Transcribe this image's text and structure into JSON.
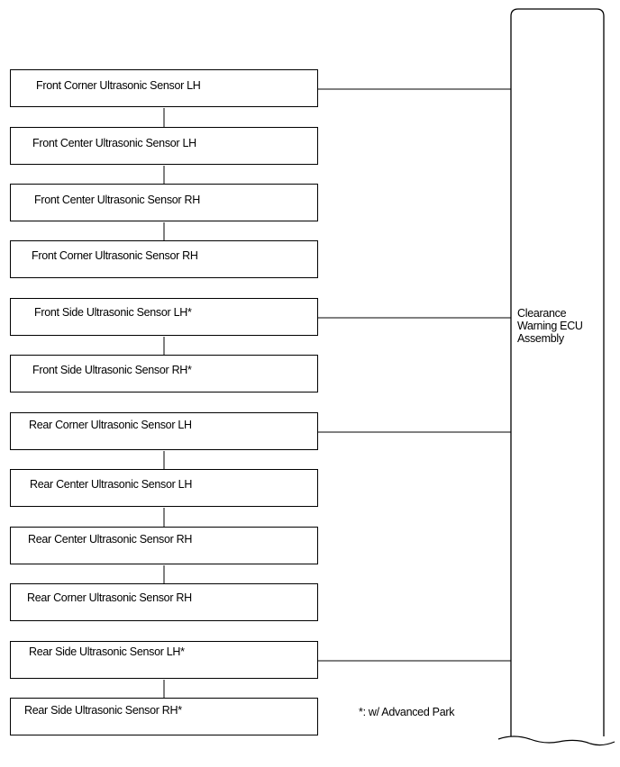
{
  "sensors": [
    {
      "label": "Front Corner Ultrasonic Sensor LH"
    },
    {
      "label": "Front Center Ultrasonic Sensor LH"
    },
    {
      "label": "Front Center Ultrasonic Sensor RH"
    },
    {
      "label": "Front Corner Ultrasonic Sensor RH"
    },
    {
      "label": "Front Side Ultrasonic Sensor LH*"
    },
    {
      "label": "Front Side Ultrasonic Sensor RH*"
    },
    {
      "label": "Rear Corner Ultrasonic Sensor LH"
    },
    {
      "label": "Rear Center Ultrasonic Sensor LH"
    },
    {
      "label": "Rear Center Ultrasonic Sensor RH"
    },
    {
      "label": "Rear Corner Ultrasonic Sensor RH"
    },
    {
      "label": "Rear Side Ultrasonic Sensor LH*"
    },
    {
      "label": "Rear Side Ultrasonic Sensor RH*"
    }
  ],
  "ecu": {
    "line1": "Clearance",
    "line2": "Warning ECU",
    "line3": "Assembly"
  },
  "footnote": "*: w/ Advanced Park"
}
